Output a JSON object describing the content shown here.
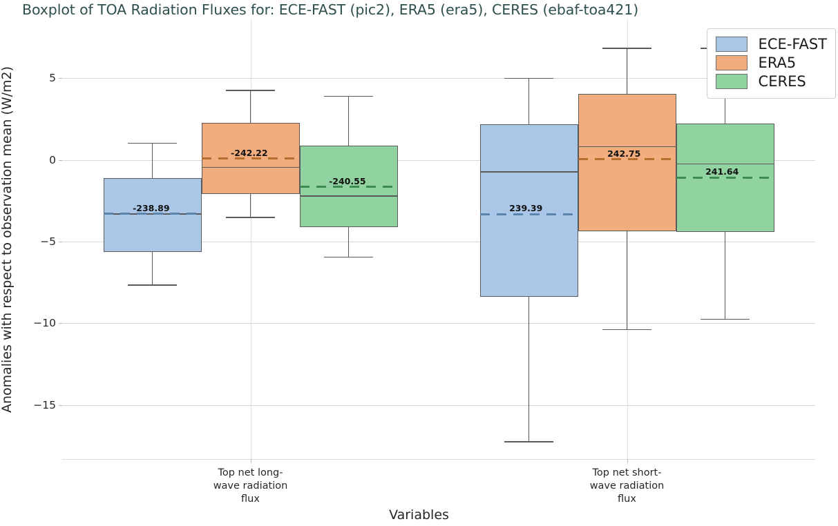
{
  "chart_data": {
    "type": "box",
    "title": "Boxplot of TOA Radiation Fluxes for: ECE-FAST (pic2), ERA5 (era5), CERES (ebaf-toa421)",
    "xlabel": "Variables",
    "ylabel": "Anomalies with respect to observation mean (W/m2)",
    "categories": [
      "Top net long-\nwave radiation\nflux",
      "Top net short-\nwave radiation\nflux"
    ],
    "ylim": [
      -18.3,
      8.6
    ],
    "yticks": [
      5,
      0,
      -5,
      -10,
      -15
    ],
    "ytick_labels": [
      "5",
      "0",
      "−5",
      "−10",
      "−15"
    ],
    "grid": "horizontal",
    "legend_position": "upper right",
    "series": [
      {
        "name": "ECE-FAST",
        "color": "#aac7e8",
        "mean_color": "#5d84ad",
        "boxes": [
          {
            "category": "Top net long-wave radiation flux",
            "q1": -5.63,
            "q3": -1.12,
            "median": -3.28,
            "mean": -3.3,
            "whisker_low": -7.63,
            "whisker_high": 1.05,
            "mean_label": "-238.89"
          },
          {
            "category": "Top net short-wave radiation flux",
            "q1": -8.38,
            "q3": 2.18,
            "median": -0.7,
            "mean": -3.32,
            "whisker_low": -17.2,
            "whisker_high": 5.02,
            "mean_label": "239.39"
          }
        ]
      },
      {
        "name": "ERA5",
        "color": "#f2ad7f",
        "mean_color": "#b5702f",
        "boxes": [
          {
            "category": "Top net long-wave radiation flux",
            "q1": -2.08,
            "q3": 2.25,
            "median": -0.42,
            "mean": 0.08,
            "whisker_low": -3.48,
            "whisker_high": 4.28,
            "mean_label": "-242.22"
          },
          {
            "category": "Top net short-wave radiation flux",
            "q1": -4.35,
            "q3": 4.02,
            "median": 0.85,
            "mean": 0.04,
            "whisker_low": -10.35,
            "whisker_high": 6.85,
            "mean_label": "242.75"
          }
        ]
      },
      {
        "name": "CERES",
        "color": "#90d3a0",
        "mean_color": "#3d8a55",
        "boxes": [
          {
            "category": "Top net long-wave radiation flux",
            "q1": -4.12,
            "q3": 0.87,
            "median": -2.18,
            "mean": -1.66,
            "whisker_low": -5.92,
            "whisker_high": 3.92,
            "mean_label": "-240.55"
          },
          {
            "category": "Top net short-wave radiation flux",
            "q1": -4.4,
            "q3": 2.22,
            "median": -0.22,
            "mean": -1.08,
            "whisker_low": -9.72,
            "whisker_high": 6.85,
            "mean_label": "241.64"
          }
        ]
      }
    ]
  },
  "legend": {
    "items": [
      {
        "label": "ECE-FAST",
        "color": "#aac7e8"
      },
      {
        "label": "ERA5",
        "color": "#f2ad7f"
      },
      {
        "label": "CERES",
        "color": "#90d3a0"
      }
    ]
  }
}
